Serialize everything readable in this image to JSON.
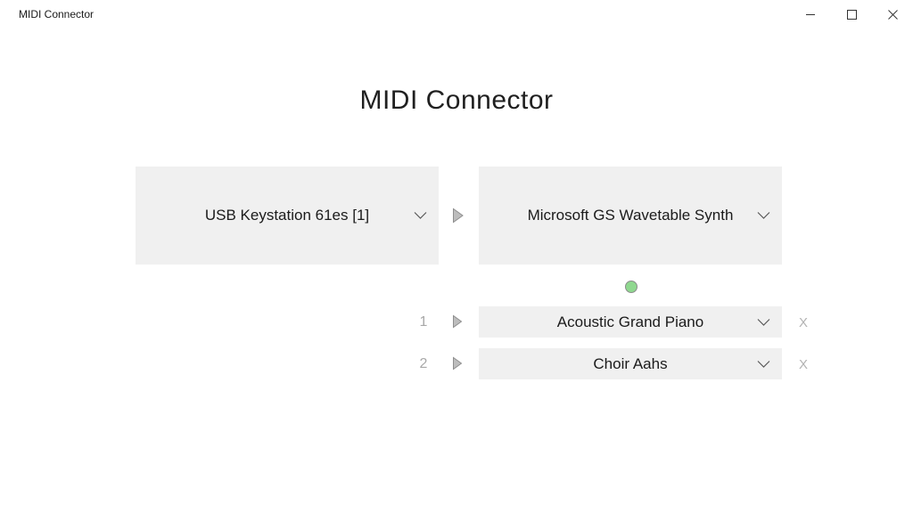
{
  "window": {
    "title": "MIDI Connector",
    "controls": {
      "minimize_icon": "minimize-line",
      "maximize_icon": "maximize-square",
      "close_icon": "close-x"
    }
  },
  "main": {
    "heading": "MIDI Connector"
  },
  "devices": {
    "input_selected": "USB Keystation 61es [1]",
    "output_selected": "Microsoft GS Wavetable Synth",
    "flow_icon": "play-arrow",
    "dropdown_icon": "chevron-down"
  },
  "status": {
    "indicator": "connected",
    "indicator_color": "#8fd88f"
  },
  "channels": [
    {
      "number": "1",
      "instrument": "Acoustic Grand Piano",
      "remove_label": "X"
    },
    {
      "number": "2",
      "instrument": "Choir Aahs",
      "remove_label": "X"
    }
  ],
  "colors": {
    "box_background": "#f0f0f0",
    "text_primary": "#1b1b1b",
    "text_muted": "#a8a8a8"
  }
}
